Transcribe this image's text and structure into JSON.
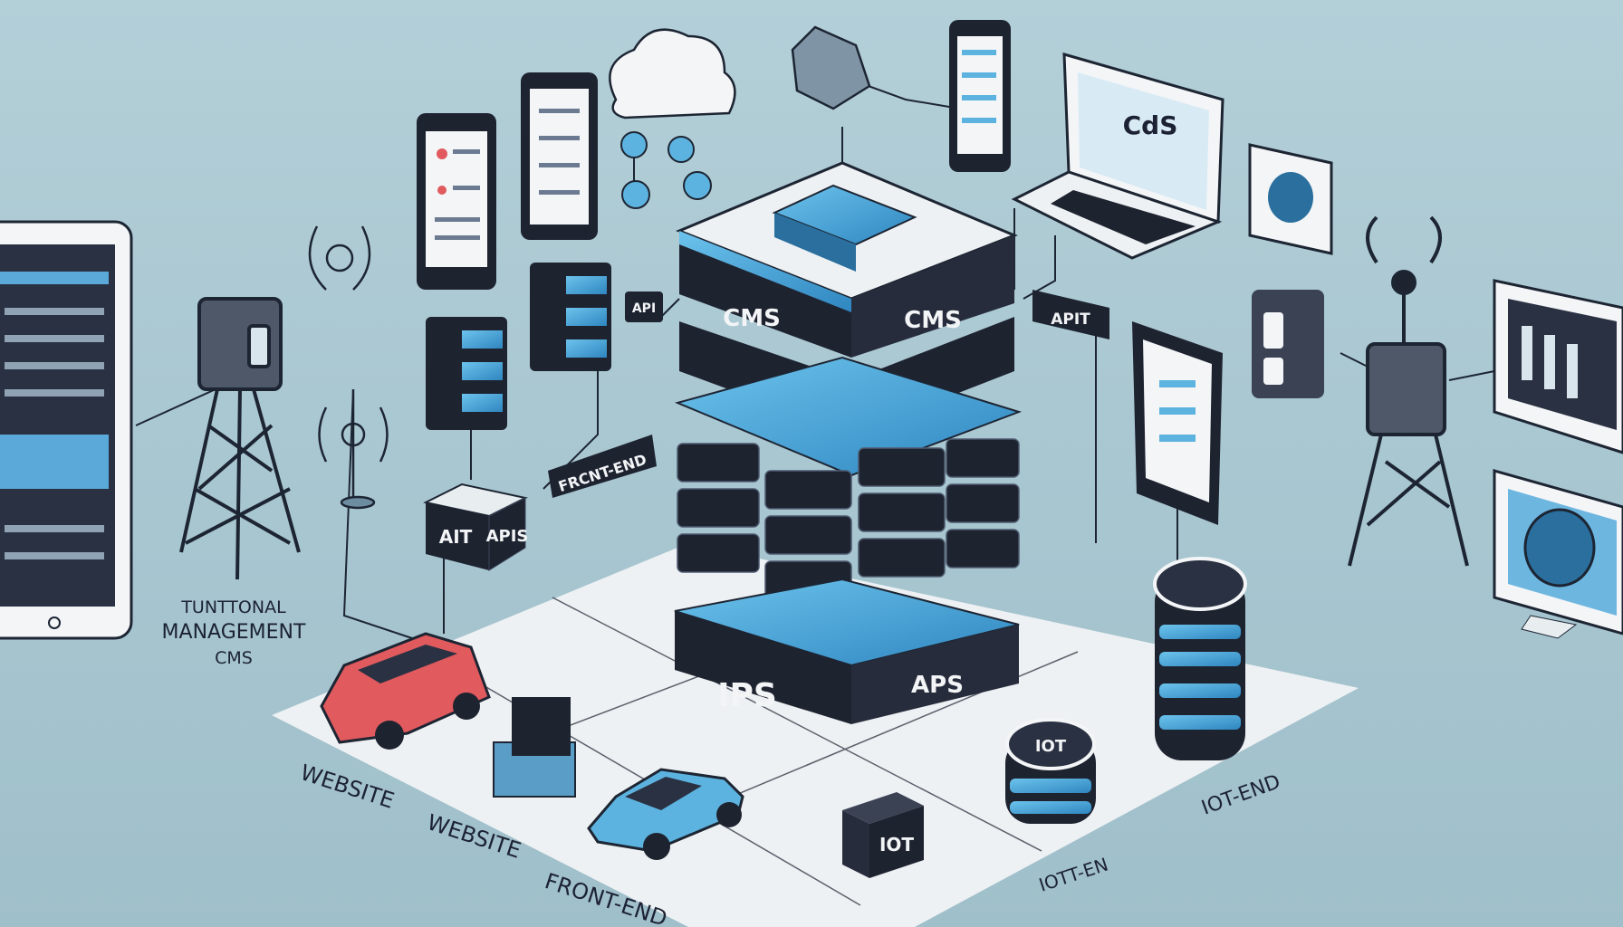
{
  "labels": {
    "cms_left": "CMS",
    "cms_right": "CMS",
    "api_small": "API",
    "apit": "APIT",
    "laptop_screen": "CdS",
    "tuntional": "TUNTTONAL",
    "management": "MANAGEMENT",
    "cms_caption": "CMS",
    "ait": "AIT",
    "apis": "APIS",
    "frcnt_end": "FRCNT-END",
    "ips": "IPS",
    "aps": "APS",
    "website_1": "WEBSITE",
    "website_2": "WEBSITE",
    "front_end": "FRONT-END",
    "iot_box": "IOT",
    "iot_cylinder": "IOT",
    "iott_en": "IOTT-EN",
    "iot_end": "IOT-END"
  },
  "colors": {
    "background": "#a8c6d0",
    "server_dark": "#1e2330",
    "accent_blue": "#4ba8dc",
    "platform": "#eef1f3",
    "car_red": "#e05a5e",
    "car_blue": "#5db3df"
  }
}
